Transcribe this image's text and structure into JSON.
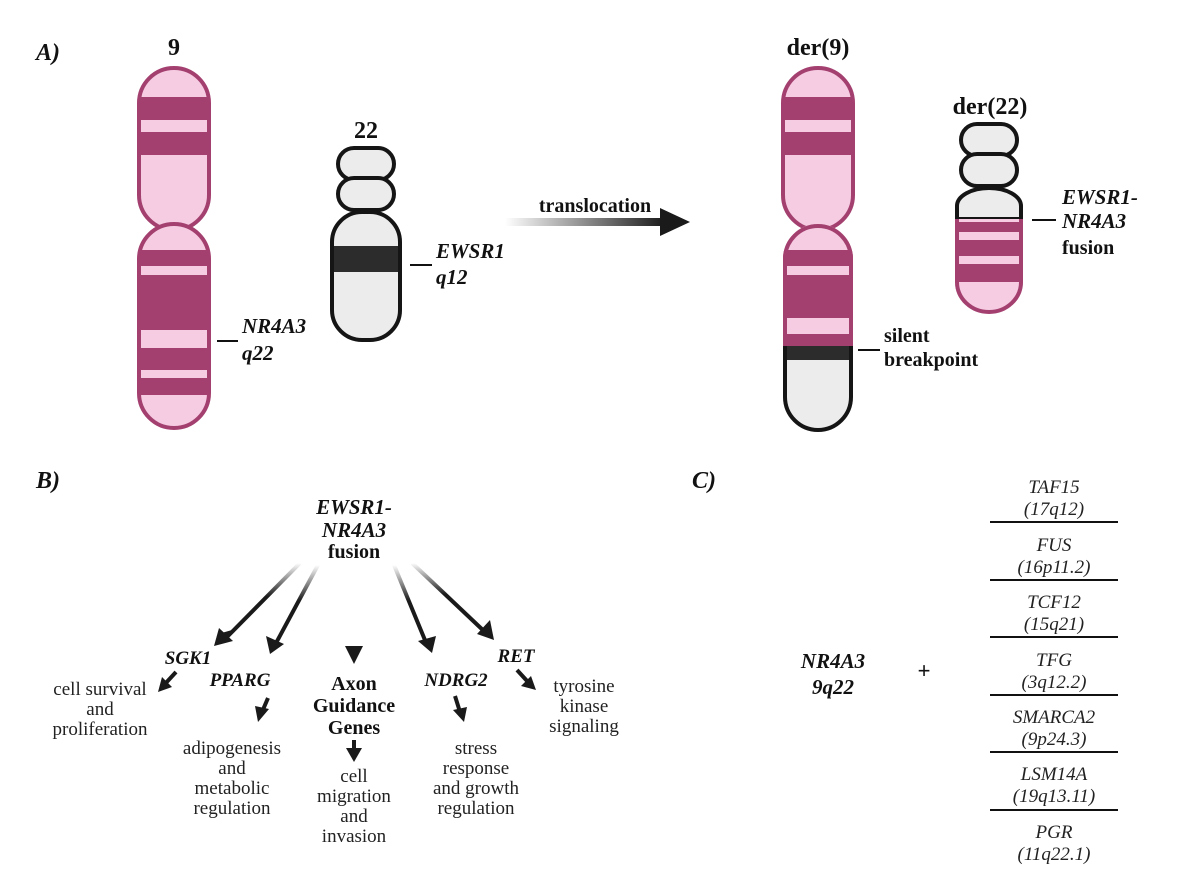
{
  "panel_a": {
    "label": "A)",
    "chr9_label": "9",
    "chr22_label": "22",
    "nr4a3_gene": "NR4A3",
    "nr4a3_band": "q22",
    "ewsr1_gene": "EWSR1",
    "ewsr1_band": "q12",
    "arrow_label": "translocation",
    "der9_label": "der(9)",
    "der22_label": "der(22)",
    "fusion_line1": "EWSR1-",
    "fusion_line2": "NR4A3",
    "fusion_line3": "fusion",
    "silent_line1": "silent",
    "silent_line2": "breakpoint"
  },
  "panel_b": {
    "label": "B)",
    "source_line1": "EWSR1-",
    "source_line2": "NR4A3",
    "source_line3": "fusion",
    "targets": [
      {
        "gene": "SGK1",
        "effect": [
          "cell survival",
          "and",
          "proliferation"
        ]
      },
      {
        "gene": "PPARG",
        "effect": [
          "adipogenesis",
          "and",
          "metabolic",
          "regulation"
        ]
      },
      {
        "gene": [
          "Axon",
          "Guidance",
          "Genes"
        ],
        "effect": [
          "cell",
          "migration",
          "and",
          "invasion"
        ]
      },
      {
        "gene": "NDRG2",
        "effect": [
          "stress",
          "response",
          "and growth",
          "regulation"
        ]
      },
      {
        "gene": "RET",
        "effect": [
          "tyrosine",
          "kinase",
          "signaling"
        ]
      }
    ]
  },
  "panel_c": {
    "label": "C)",
    "gene": "NR4A3",
    "band": "9q22",
    "plus": "+",
    "partners": [
      {
        "gene": "TAF15",
        "band": "(17q12)"
      },
      {
        "gene": "FUS",
        "band": "(16p11.2)"
      },
      {
        "gene": "TCF12",
        "band": "(15q21)"
      },
      {
        "gene": "TFG",
        "band": "(3q12.2)"
      },
      {
        "gene": "SMARCA2",
        "band": "(9p24.3)"
      },
      {
        "gene": "LSM14A",
        "band": "(19q13.11)"
      },
      {
        "gene": "PGR",
        "band": "(11q22.1)"
      }
    ]
  },
  "colors": {
    "chr9_dark": "#a4406f",
    "chr9_light": "#f6cce2",
    "chr9_outline": "#a4406f",
    "chr22_fill": "#ececec",
    "chr22_band": "#2c2c2c",
    "outline_dark": "#151515"
  }
}
